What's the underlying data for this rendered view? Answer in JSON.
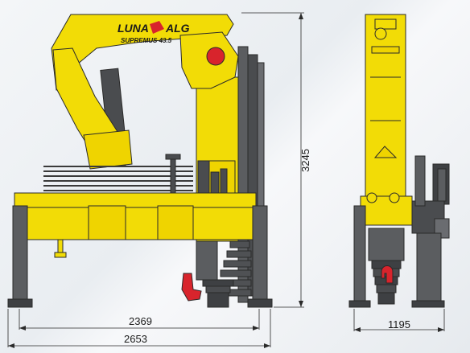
{
  "brand": {
    "name_left": "LUNA",
    "name_right": "ALG",
    "model": "SUPREMUS 43.5"
  },
  "dimensions": {
    "height": "3245",
    "outrigger_span": "2369",
    "overall_width": "2653",
    "side_width": "1195"
  },
  "colors": {
    "body_yellow": "#f2dc06",
    "outline": "#2a2a2a",
    "steel": "#5b5d60",
    "hook_red": "#d8242c"
  }
}
